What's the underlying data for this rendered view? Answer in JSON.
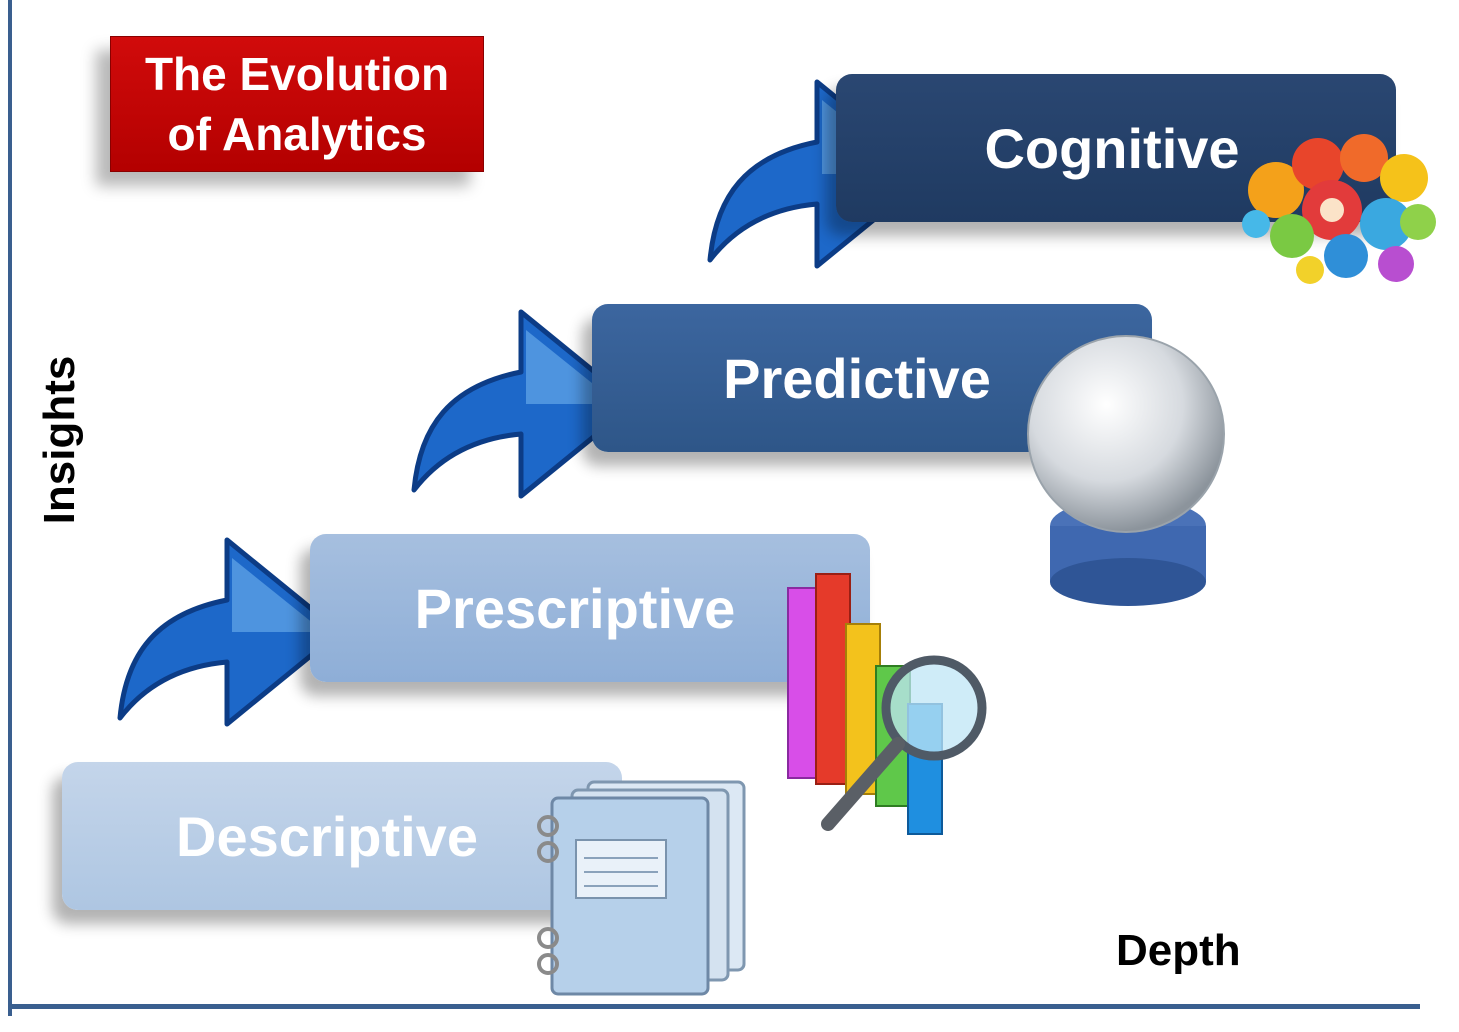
{
  "title": {
    "line1": "The Evolution",
    "line2": "of Analytics"
  },
  "steps": [
    {
      "label": "Descriptive",
      "icon": "notebook-icon"
    },
    {
      "label": "Prescriptive",
      "icon": "bar-chart-magnifier-icon"
    },
    {
      "label": "Predictive",
      "icon": "crystal-ball-icon"
    },
    {
      "label": "Cognitive",
      "icon": "gear-brain-icon"
    }
  ],
  "axes": {
    "x_label": "Depth",
    "y_label": "Insights"
  },
  "colors": {
    "title_red": "#c00000",
    "axis": "#3a5f8f",
    "arrow_blue": "#1a64c8",
    "descriptive": "#b9cfe7",
    "prescriptive": "#97b5db",
    "predictive": "#35609a",
    "cognitive": "#243f68"
  }
}
